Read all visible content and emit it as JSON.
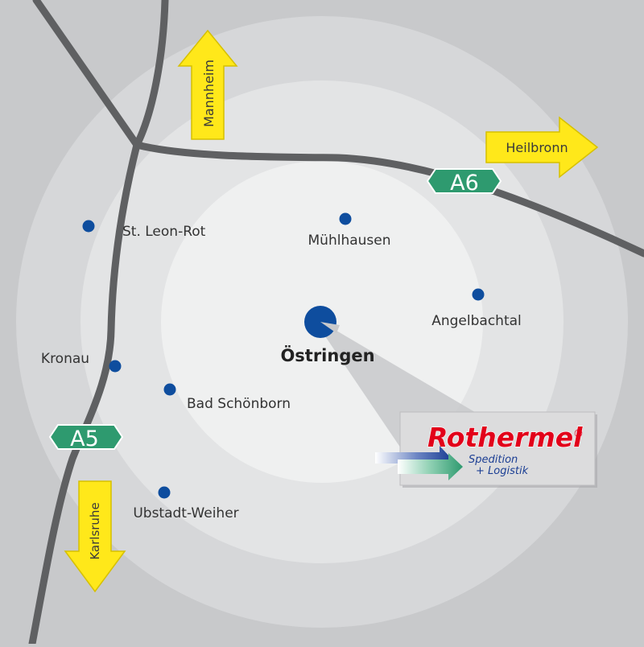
{
  "map": {
    "center": {
      "name": "Östringen"
    },
    "towns": [
      {
        "key": "st-leon-rot",
        "name": "St. Leon-Rot"
      },
      {
        "key": "muehlhausen",
        "name": "Mühlhausen"
      },
      {
        "key": "angelbachtal",
        "name": "Angelbachtal"
      },
      {
        "key": "kronau",
        "name": "Kronau"
      },
      {
        "key": "bad-schoenborn",
        "name": "Bad Schönborn"
      },
      {
        "key": "ubstadt-weiher",
        "name": "Ubstadt-Weiher"
      }
    ],
    "highways": [
      {
        "key": "a6",
        "label": "A6"
      },
      {
        "key": "a5",
        "label": "A5"
      }
    ],
    "directions": [
      {
        "key": "mannheim",
        "label": "Mannheim",
        "pointing": "north"
      },
      {
        "key": "heilbronn",
        "label": "Heilbronn",
        "pointing": "east"
      },
      {
        "key": "karlsruhe",
        "label": "Karlsruhe",
        "pointing": "south"
      }
    ],
    "logo": {
      "brand": "Rothermel",
      "registered": "®",
      "tagline_1": "Spedition",
      "tagline_2": "+ Logistik"
    },
    "colors": {
      "background": "#c8c9cb",
      "ring_outer": "#d6d7d9",
      "ring_middle": "#e3e4e5",
      "ring_inner": "#eff0f0",
      "road": "#5f6062",
      "highway_badge": "#2e9a6f",
      "arrow_fill": "#ffe81a",
      "arrow_stroke": "#d6c000",
      "town_dot": "#0e4d9e",
      "brand_red": "#e2001a",
      "brand_blue": "#1c3f94",
      "brand_green": "#2e9a6f"
    }
  }
}
